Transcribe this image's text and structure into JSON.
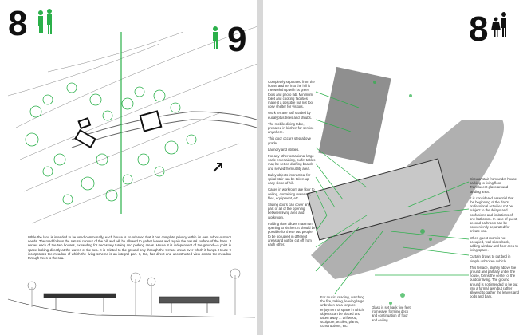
{
  "left_page": {
    "page_number_left": "8",
    "page_number_right": "9",
    "body_text": "While the land is intended to be used communally, each house is so oriented that it has complete privacy within its own indoor-outdoor needs. The road follows the natural contour of the hill and will be allowed to gather leaves and regain the natural surface of the bank. It serves each of the two houses, expanding for necessary turning and parking areas. House 8 is independent of the ground—a point in space looking directly at the waves of the sea. It is related to the ground only through the terrace areas over which it hangs. House 9 incorporates the meadow of which the living scheme is an integral part. It, too, has direct and unobstructed view across the meadow through trees to the sea."
  },
  "right_page": {
    "page_number": "8",
    "captions_left": [
      "Completely separated from the house and set into the hill is the workshop with its green tools and photo lab. Minimum toilet and cooking facilities make it a possible but not too cosy shelter for visitors.",
      "Work terrace half shaded by eucalyptus trees and shrubs.",
      "The mobile dining table, prepared in kitchen for service anywhere.",
      "This door occurs step above grade.",
      "Laundry and utilities.",
      "For any other occasional large scale entertaining, buffet tables may be set on drafting boards and served from utility area.",
      "Bulky objects impractical for spiral stair can be taken up easy slope of hill.",
      "Cases in workroom are floor to ceiling, containing materials, files, equipment, etc.",
      "Sliding doors can cover any part or all of the opening between living area and workroom.",
      "Folding door allows maximum opening to kitchen. It should be possible for these two people to be occupied in different areas and not be cut off from each other."
    ],
    "captions_bottom": [
      "For music, reading, watching the fire, talking, leaving large unbroken area for pure enjoyment of space in which objects can be placed and taken away ... driftwood, sculpture, textiles, plants, constructions, etc.",
      "Glass is set back five feet from eave, forming deck and continuation of floor and ceiling."
    ],
    "captions_right": [
      "Circular stair from under house parking to living floor. Translucent glass around landing area.",
      "It is considered essential that the beginning of the day's professional activities not be subject to the delays and confusions and limitations of one bathroom. In case of guest, second bathroom can be conveniently separated for private use.",
      "When guest room is not occupied, wall slides back, adding window and floor area to living space.",
      "Curtain draws to put bed in simple unbroken cubicle.",
      "This terrace, slightly above the ground and partially under the house, forms the center of the outdoor living. The ground around is not intended to be put into a formal lawn but rather allowed to gather the leaves and pods and bark."
    ]
  },
  "colors": {
    "accent_green": "#2bb04a",
    "ink": "#111111",
    "plan_gray": "#9a9a9a"
  }
}
